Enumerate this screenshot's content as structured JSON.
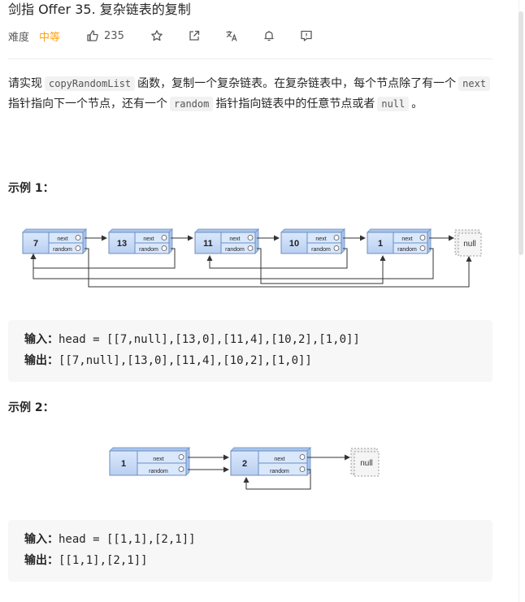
{
  "header": {
    "title": "剑指 Offer 35. 复杂链表的复制",
    "difficulty_label": "难度",
    "difficulty": "中等",
    "likes": "235"
  },
  "description": {
    "p1_a": "请实现",
    "p1_code": "copyRandomList",
    "p1_b": "函数，复制一个复杂链表。在复杂链表中，每个节点除了有一个",
    "p1_code2": "next",
    "p1_c": "指针指向下一个节点，还有一个",
    "p1_code3": "random",
    "p1_d": "指针指向链表中的任意节点或者",
    "p1_code4": "null",
    "p1_e": "。"
  },
  "example1": {
    "heading": "示例 1：",
    "nodes": [
      "7",
      "13",
      "11",
      "10",
      "1"
    ],
    "null_label": "null",
    "next_label": "next",
    "random_label": "random",
    "input_label": "输入：",
    "input": "head = [[7,null],[13,0],[11,4],[10,2],[1,0]]",
    "output_label": "输出：",
    "output": "[[7,null],[13,0],[11,4],[10,2],[1,0]]"
  },
  "example2": {
    "heading": "示例 2：",
    "nodes": [
      "1",
      "2"
    ],
    "null_label": "null",
    "next_label": "next",
    "random_label": "random",
    "input_label": "输入：",
    "input": "head = [[1,1],[2,1]]",
    "output_label": "输出：",
    "output": "[[1,1],[2,1]]"
  }
}
